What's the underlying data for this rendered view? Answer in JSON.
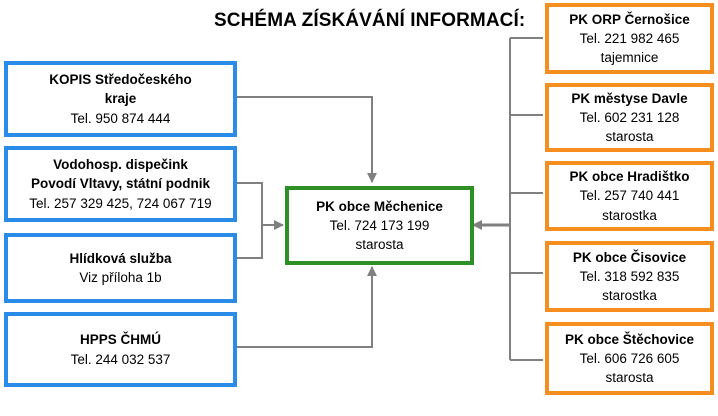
{
  "title": "SCHÉMA ZÍSKÁVÁNÍ INFORMACÍ:",
  "left_boxes": [
    {
      "lines": [
        "KOPIS Středočeského",
        "kraje"
      ],
      "sub": [
        "Tel. 950 874 444"
      ]
    },
    {
      "lines": [
        "Vodohosp. dispečink",
        "Povodí Vltavy, státní podnik"
      ],
      "sub": [
        "Tel. 257 329 425, 724 067 719"
      ]
    },
    {
      "lines": [
        "Hlídková služba"
      ],
      "sub": [
        "Viz příloha 1b"
      ]
    },
    {
      "lines": [
        "HPPS ČHMÚ"
      ],
      "sub": [
        "Tel. 244 032 537"
      ]
    }
  ],
  "center_box": {
    "lines": [
      "PK obce Měchenice"
    ],
    "sub": [
      "Tel. 724 173 199",
      "starosta"
    ]
  },
  "right_boxes": [
    {
      "lines": [
        "PK ORP Černošice"
      ],
      "sub": [
        "Tel. 221 982 465",
        "tajemnice"
      ]
    },
    {
      "lines": [
        "PK městyse Davle"
      ],
      "sub": [
        "Tel. 602 231 128",
        "starosta"
      ]
    },
    {
      "lines": [
        "PK obce Hradištko"
      ],
      "sub": [
        "Tel. 257 740 441",
        "starostka"
      ]
    },
    {
      "lines": [
        "PK obce Čisovice"
      ],
      "sub": [
        "Tel. 318 592 835",
        "starostka"
      ]
    },
    {
      "lines": [
        "PK obce Štěchovice"
      ],
      "sub": [
        "Tel. 606 726 605",
        "starosta"
      ]
    }
  ],
  "colors": {
    "left_border": "#2b8be8",
    "right_border": "#f58e1e",
    "center_border": "#2e8f26",
    "connector": "#808080"
  }
}
